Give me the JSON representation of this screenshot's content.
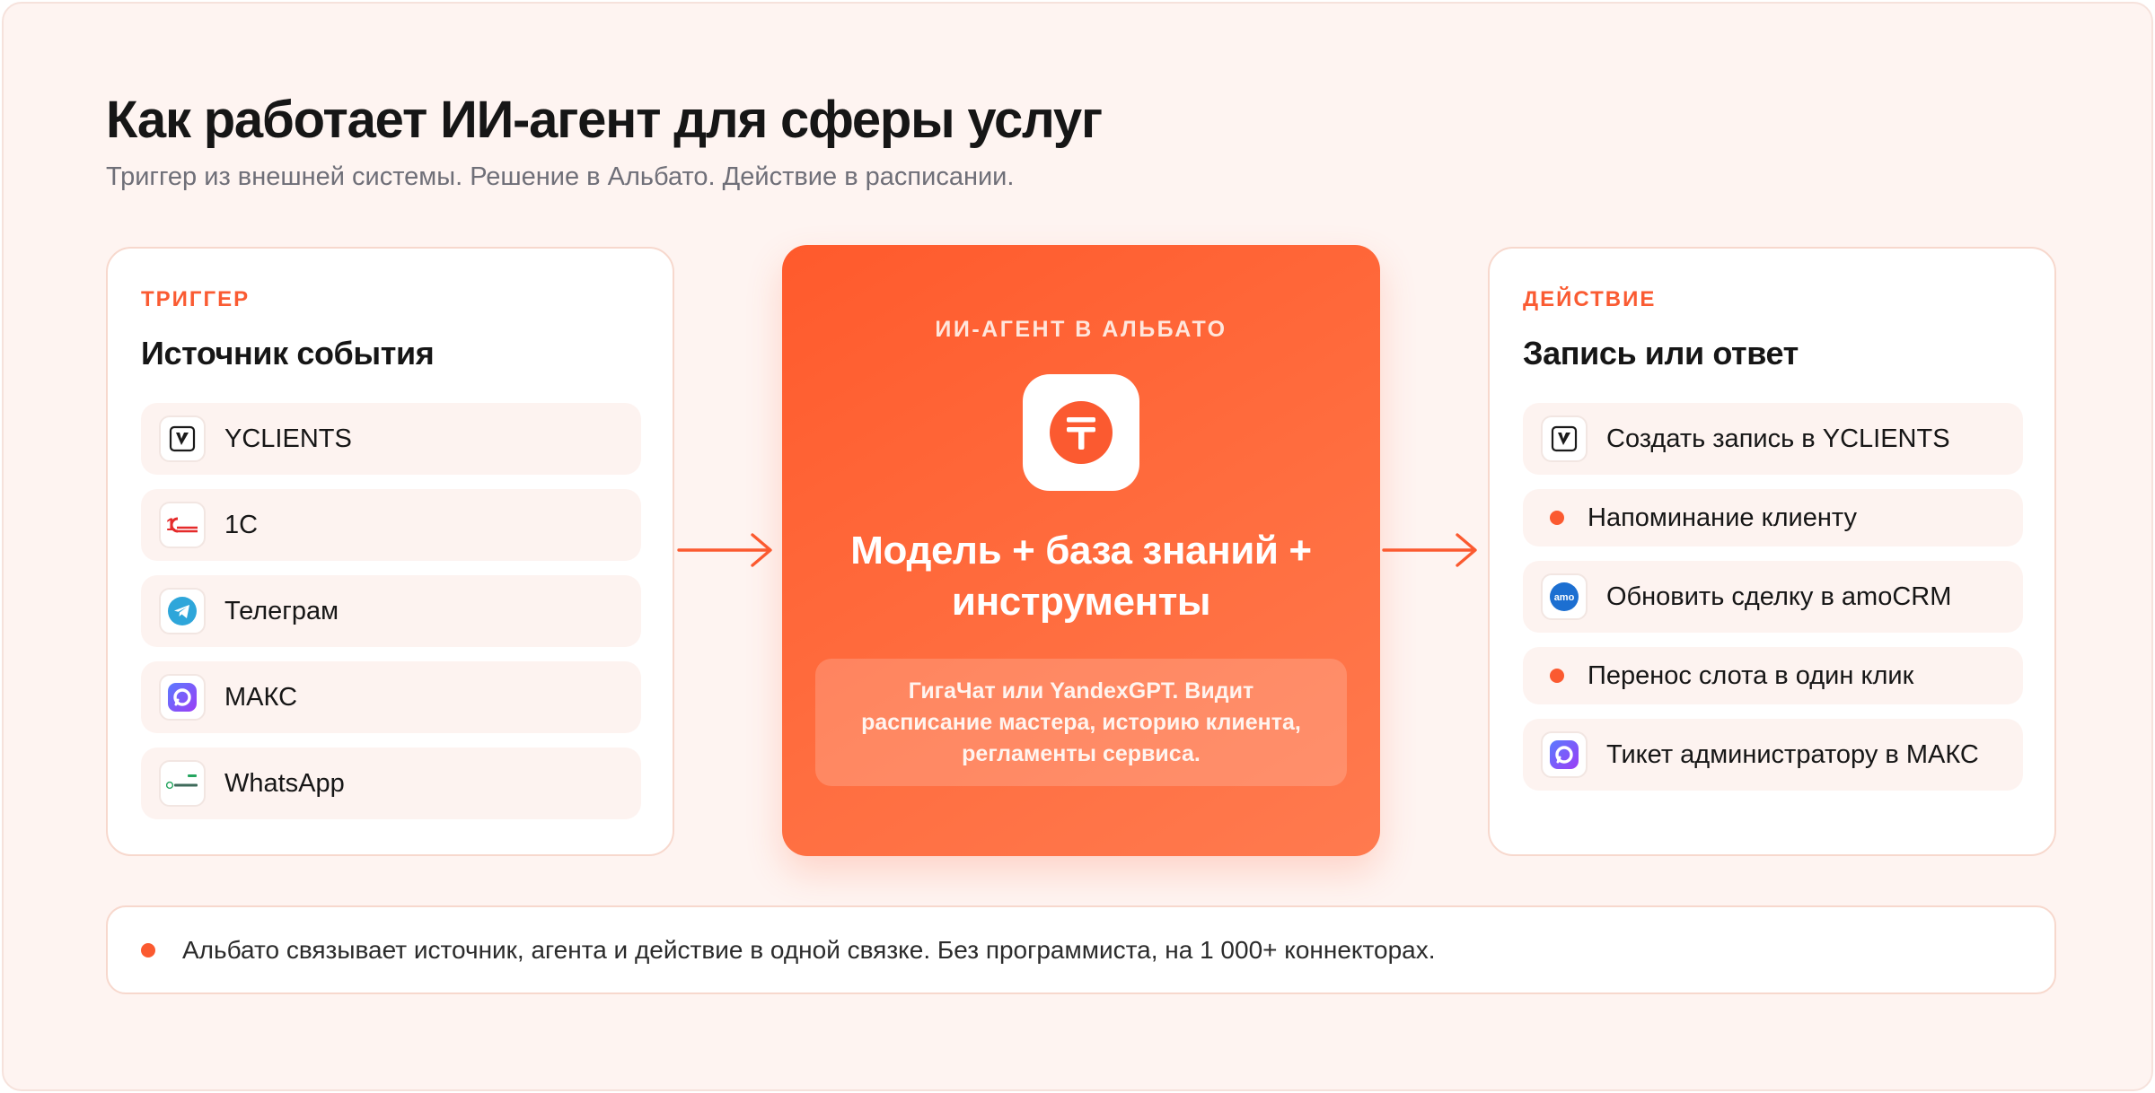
{
  "header": {
    "title": "Как работает ИИ-агент для сферы услуг",
    "subtitle": "Триггер из внешней системы. Решение в Альбато. Действие в расписании."
  },
  "trigger": {
    "kicker": "ТРИГГЕР",
    "heading": "Источник события",
    "items": [
      {
        "label": "YCLIENTS",
        "icon": "yclients-icon"
      },
      {
        "label": "1С",
        "icon": "1c-icon"
      },
      {
        "label": "Телеграм",
        "icon": "telegram-icon"
      },
      {
        "label": "МАКС",
        "icon": "max-icon"
      },
      {
        "label": "WhatsApp",
        "icon": "whatsapp-icon"
      }
    ]
  },
  "agent": {
    "kicker": "ИИ-АГЕНТ В АЛЬБАТО",
    "logo_icon": "albato-logo-icon",
    "title_line1": "Модель + база знаний +",
    "title_line2": "инструменты",
    "note_line1": "ГигаЧат или YandexGPT. Видит",
    "note_line2": "расписание мастера, историю клиента,",
    "note_line3": "регламенты сервиса."
  },
  "action": {
    "kicker": "ДЕЙСТВИЕ",
    "heading": "Запись или ответ",
    "items": [
      {
        "label": "Создать запись в YCLIENTS",
        "icon": "yclients-icon"
      },
      {
        "label": "Напоминание клиенту",
        "icon": "dot-bullet"
      },
      {
        "label": "Обновить сделку в amoCRM",
        "icon": "amocrm-icon"
      },
      {
        "label": "Перенос слота в один клик",
        "icon": "dot-bullet"
      },
      {
        "label": "Тикет администратору в МАКС",
        "icon": "max-icon"
      }
    ]
  },
  "footer": {
    "text": "Альбато связывает источник, агента и действие в одной связке. Без программиста, на 1 000+ коннекторах."
  },
  "colors": {
    "accent": "#fb5a30",
    "background": "#fef4f1",
    "card_border": "#f7d8cd"
  }
}
